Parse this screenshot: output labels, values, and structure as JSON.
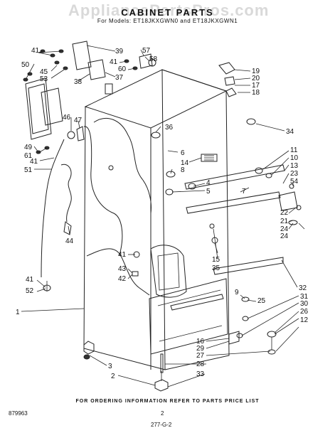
{
  "header": {
    "watermark": "AppliancePartsPros.com",
    "title": "CABINET PARTS",
    "subtitle": "For Models: ET18JKXGWN0 and ET18JKXGWN1"
  },
  "footer": {
    "ordering_note": "FOR ORDERING INFORMATION REFER TO PARTS PRICE LIST",
    "doc_number": "879963",
    "page_number": "2",
    "revision": "277-G-2"
  },
  "callouts": [
    {
      "id": "c41a",
      "label": "41"
    },
    {
      "id": "c39",
      "label": "39"
    },
    {
      "id": "c57",
      "label": "57"
    },
    {
      "id": "c58",
      "label": "58"
    },
    {
      "id": "c50",
      "label": "50"
    },
    {
      "id": "c45",
      "label": "45"
    },
    {
      "id": "c53",
      "label": "53"
    },
    {
      "id": "c41b",
      "label": "41"
    },
    {
      "id": "c60",
      "label": "60"
    },
    {
      "id": "c38",
      "label": "38"
    },
    {
      "id": "c37",
      "label": "37"
    },
    {
      "id": "c19",
      "label": "19"
    },
    {
      "id": "c20",
      "label": "20"
    },
    {
      "id": "c17",
      "label": "17"
    },
    {
      "id": "c18",
      "label": "18"
    },
    {
      "id": "c46",
      "label": "46"
    },
    {
      "id": "c47",
      "label": "47"
    },
    {
      "id": "c36",
      "label": "36"
    },
    {
      "id": "c34",
      "label": "34"
    },
    {
      "id": "c49",
      "label": "49"
    },
    {
      "id": "c61",
      "label": "61"
    },
    {
      "id": "c41c",
      "label": "41"
    },
    {
      "id": "c51",
      "label": "51"
    },
    {
      "id": "c6",
      "label": "6"
    },
    {
      "id": "c14",
      "label": "14"
    },
    {
      "id": "c8",
      "label": "8"
    },
    {
      "id": "c11",
      "label": "11"
    },
    {
      "id": "c10",
      "label": "10"
    },
    {
      "id": "c13",
      "label": "13"
    },
    {
      "id": "c23",
      "label": "23"
    },
    {
      "id": "c54",
      "label": "54"
    },
    {
      "id": "c4",
      "label": "4"
    },
    {
      "id": "c5",
      "label": "5"
    },
    {
      "id": "c7",
      "label": "7"
    },
    {
      "id": "c22",
      "label": "22"
    },
    {
      "id": "c21",
      "label": "21"
    },
    {
      "id": "c24a",
      "label": "24"
    },
    {
      "id": "c24b",
      "label": "24"
    },
    {
      "id": "c44",
      "label": "44"
    },
    {
      "id": "c41d",
      "label": "41"
    },
    {
      "id": "c43",
      "label": "43"
    },
    {
      "id": "c42",
      "label": "42"
    },
    {
      "id": "c15",
      "label": "15"
    },
    {
      "id": "c35",
      "label": "35"
    },
    {
      "id": "c41e",
      "label": "41"
    },
    {
      "id": "c52",
      "label": "52"
    },
    {
      "id": "c1",
      "label": "1"
    },
    {
      "id": "c32",
      "label": "32"
    },
    {
      "id": "c9",
      "label": "9"
    },
    {
      "id": "c25",
      "label": "25"
    },
    {
      "id": "c31",
      "label": "31"
    },
    {
      "id": "c30",
      "label": "30"
    },
    {
      "id": "c26",
      "label": "26"
    },
    {
      "id": "c12",
      "label": "12"
    },
    {
      "id": "c16",
      "label": "16"
    },
    {
      "id": "c29",
      "label": "29"
    },
    {
      "id": "c27",
      "label": "27"
    },
    {
      "id": "c28",
      "label": "28"
    },
    {
      "id": "c3",
      "label": "3"
    },
    {
      "id": "c2",
      "label": "2"
    },
    {
      "id": "c33",
      "label": "33"
    }
  ]
}
